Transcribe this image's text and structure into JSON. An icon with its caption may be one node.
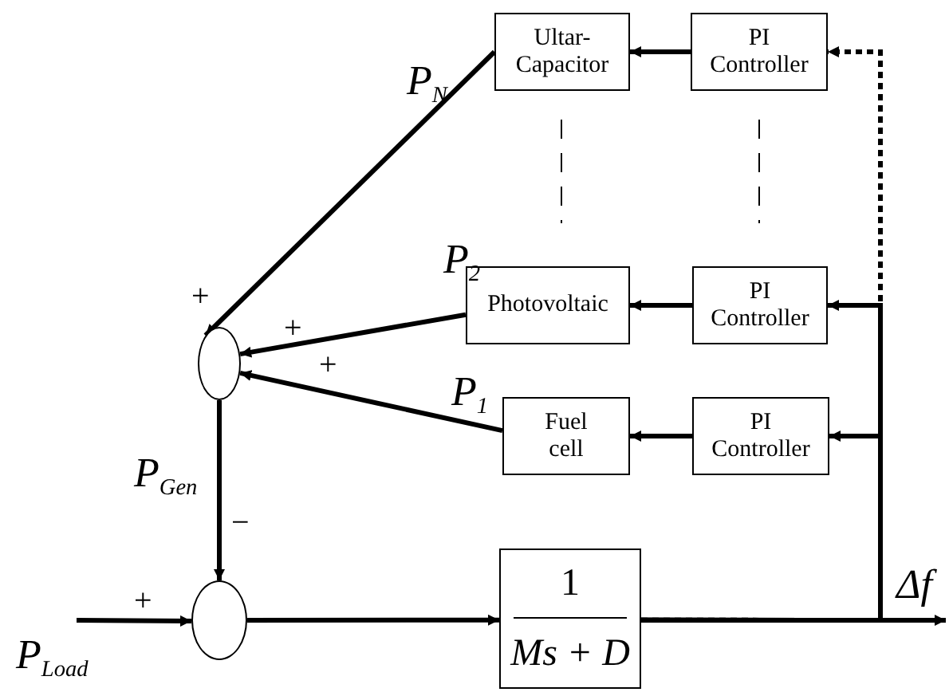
{
  "diagram": {
    "nodes": [
      {
        "text": [
          "Ultar- Capacitor"
        ]
      },
      {
        "text": [
          "PI Controller"
        ]
      },
      {
        "text": [
          "Photovoltaic"
        ]
      },
      {
        "text": [
          "PI Controller"
        ]
      },
      {
        "text": [
          "Fuel cell"
        ]
      },
      {
        "text": [
          "PI Controller"
        ]
      },
      {
        "text": [],
        "shape": "circle"
      },
      {
        "text": [],
        "shape": "circle"
      },
      {
        "text": [
          "1",
          "Ms + D"
        ]
      },
      {
        "text": [
          "Δf"
        ]
      }
    ],
    "edges": [
      {
        "from": 1,
        "to": 0,
        "arrow": "to"
      },
      {
        "from": 3,
        "to": 2,
        "arrow": "to"
      },
      {
        "from": 5,
        "to": 4,
        "arrow": "to"
      },
      {
        "from": 0,
        "to": 6,
        "arrow": "to",
        "label": "P$_{N}$"
      },
      {
        "from": 2,
        "to": 6,
        "arrow": "to",
        "label": "P$_{2}$"
      },
      {
        "from": 4,
        "to": 6,
        "arrow": "to",
        "label": "P$_{1}$"
      },
      {
        "from": 6,
        "to": 7,
        "arrow": "to",
        "label": "P$_{Gen}$"
      },
      {
        "from": 7,
        "to": 8,
        "arrow": "to"
      },
      {
        "from": 8,
        "to": 9,
        "arrow": "to"
      },
      {
        "from": 8,
        "to": 1,
        "arrow": "to",
        "style": "dashed"
      },
      {
        "from": 8,
        "to": 3,
        "arrow": "to"
      },
      {
        "from": 8,
        "to": 5,
        "arrow": "to"
      },
      {
        "from": null,
        "to": 7,
        "arrow": "to"
      }
    ],
    "labels": [
      "+",
      "+",
      "+",
      "−",
      "+",
      "P$_{Load}$"
    ]
  }
}
